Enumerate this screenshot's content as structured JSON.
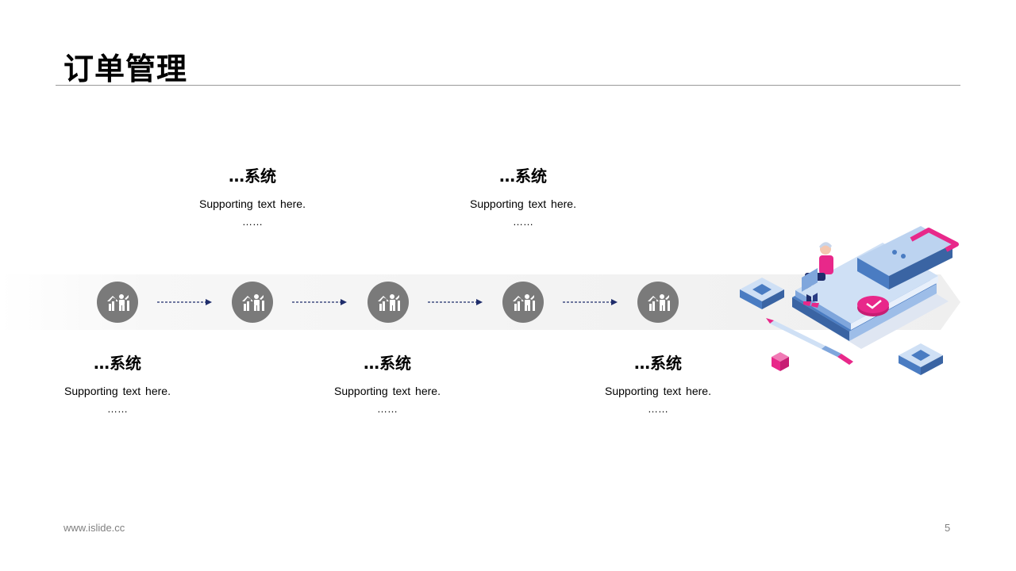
{
  "slide": {
    "title": "订单管理",
    "footer_url": "www.islide.cc",
    "page_number": "5"
  },
  "steps": [
    {
      "title": "…系统",
      "text": "Supporting  text here.",
      "dots": "……",
      "position": "below"
    },
    {
      "title": "…系统",
      "text": "Supporting  text here.",
      "dots": "……",
      "position": "above"
    },
    {
      "title": "…系统",
      "text": "Supporting  text here.",
      "dots": "……",
      "position": "below"
    },
    {
      "title": "…系统",
      "text": "Supporting  text here.",
      "dots": "……",
      "position": "above"
    },
    {
      "title": "…系统",
      "text": "Supporting  text here.",
      "dots": "……",
      "position": "below"
    }
  ],
  "icons": {
    "step": "growth-people-icon",
    "arrow": "dashed-arrow-right-icon",
    "illustration": "person-with-laptop-on-book-illustration"
  },
  "colors": {
    "icon_circle": "#7a7a7a",
    "arrow": "#1f2d6b",
    "accent_pink": "#e8288a",
    "accent_blue": "#4a7cc2",
    "light_blue": "#cfe0f5"
  }
}
